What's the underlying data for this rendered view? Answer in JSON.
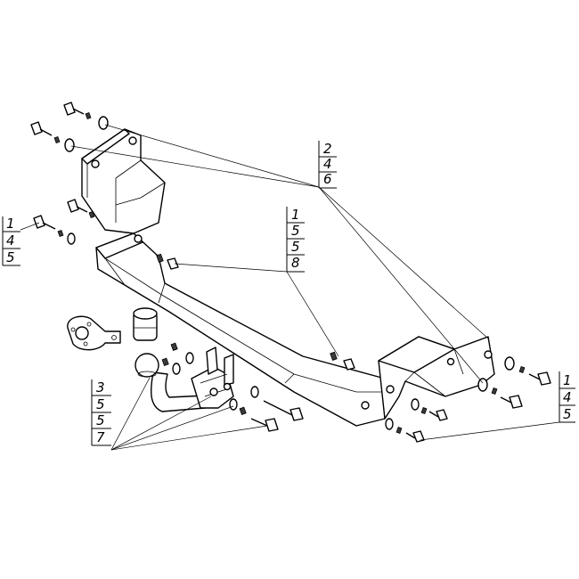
{
  "diagram": {
    "callouts": [
      {
        "id": "top-right",
        "items": [
          "2",
          "4",
          "6"
        ]
      },
      {
        "id": "center",
        "items": [
          "1",
          "5",
          "5",
          "8"
        ]
      },
      {
        "id": "left",
        "items": [
          "1",
          "4",
          "5"
        ]
      },
      {
        "id": "bottom-left",
        "items": [
          "3",
          "5",
          "5",
          "7"
        ]
      },
      {
        "id": "right",
        "items": [
          "1",
          "4",
          "5"
        ]
      }
    ]
  }
}
